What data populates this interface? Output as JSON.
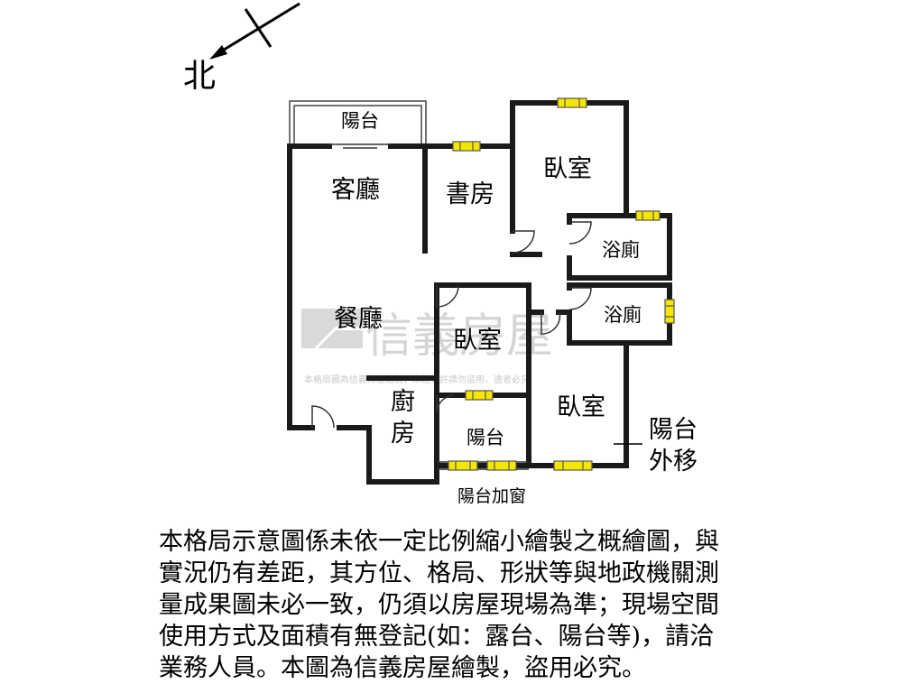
{
  "compass": {
    "north_label": "北"
  },
  "rooms": {
    "balcony_top": "陽台",
    "living_room": "客廳",
    "study": "書房",
    "bedroom_master": "臥室",
    "bathroom_1": "浴廁",
    "bathroom_2": "浴廁",
    "dining_room": "餐廳",
    "bedroom_middle": "臥室",
    "bedroom_right": "臥室",
    "kitchen_line1": "廚",
    "kitchen_line2": "房",
    "balcony_bottom": "陽台"
  },
  "annotations": {
    "balcony_moved_line1": "陽台",
    "balcony_moved_line2": "外移",
    "balcony_window": "陽台加窗"
  },
  "watermark": {
    "brand": "信義房屋",
    "notice": "本格局圖為信義房屋繪製，未經允許請勿盜用，違者必究"
  },
  "disclaimer": {
    "lines": [
      "本格局示意圖係未依一定比例縮小繪製之概繪圖，與",
      "實況仍有差距，其方位、格局、形狀等與地政機關測",
      "量成果圖未必一致，仍須以房屋現場為準；現場空間",
      "使用方式及面積有無登記(如：露台、陽台等)，請洽",
      "業務人員。本圖為信義房屋繪製，盜用必究。"
    ]
  },
  "colors": {
    "wall": "#1a1a1a",
    "window_fill": "#f4e600",
    "watermark": "#d9d9d9"
  }
}
